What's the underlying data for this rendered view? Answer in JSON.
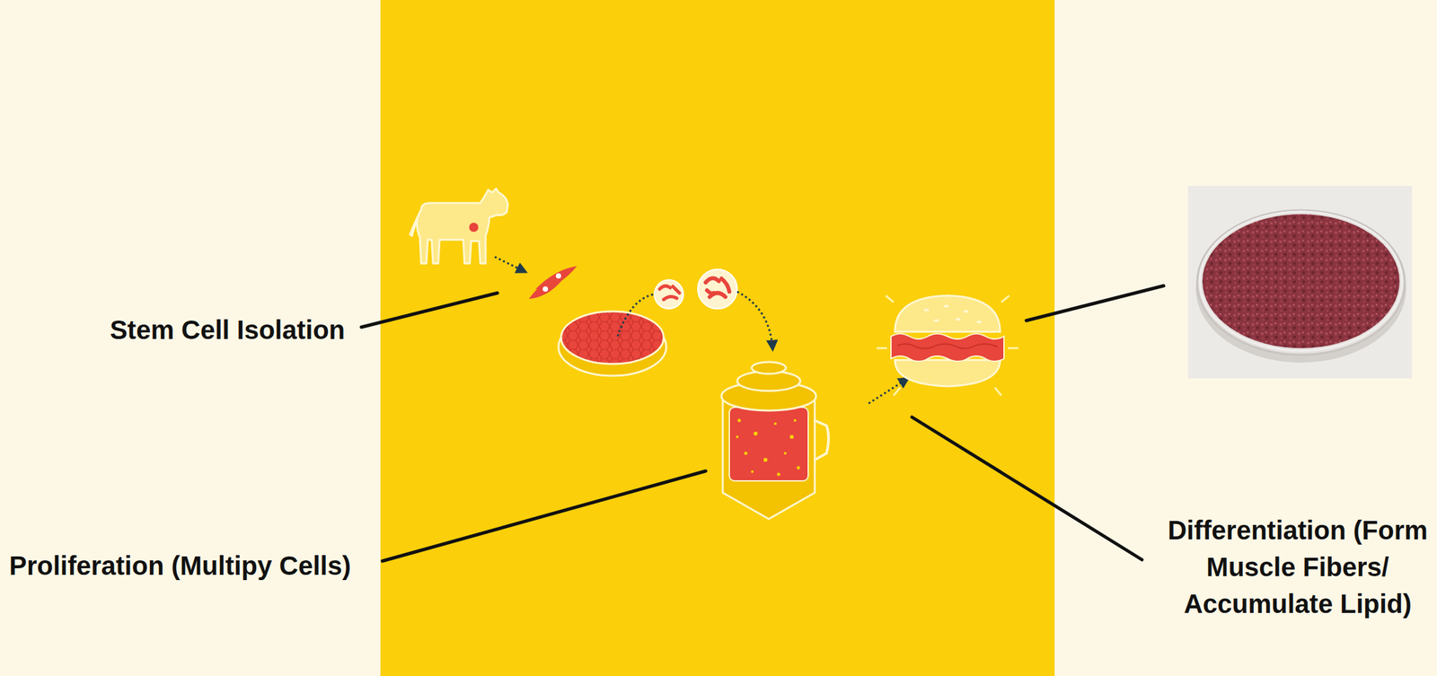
{
  "diagram": {
    "labels": [
      "Stem Cell Isolation",
      "Proliferation (Multipy Cells)",
      "Differentiation (Form Muscle Fibers/ Accumulate Lipid)"
    ]
  }
}
